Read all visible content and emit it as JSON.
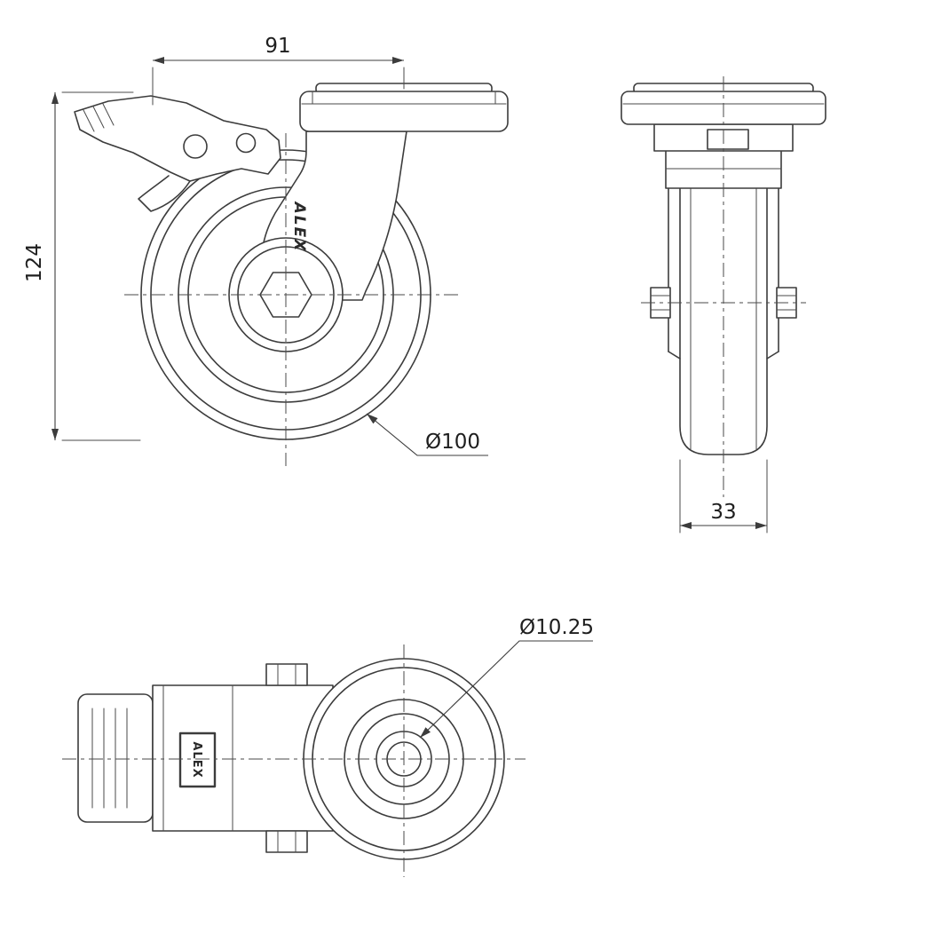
{
  "drawing": {
    "brand": "ALEX",
    "line_color": "#3c3c3c",
    "background": "#ffffff",
    "dimensions": {
      "top_width": "91",
      "overall_height": "124",
      "wheel_diameter": "Ø100",
      "wheel_width": "33",
      "bolt_hole_diameter": "Ø10.25"
    }
  }
}
